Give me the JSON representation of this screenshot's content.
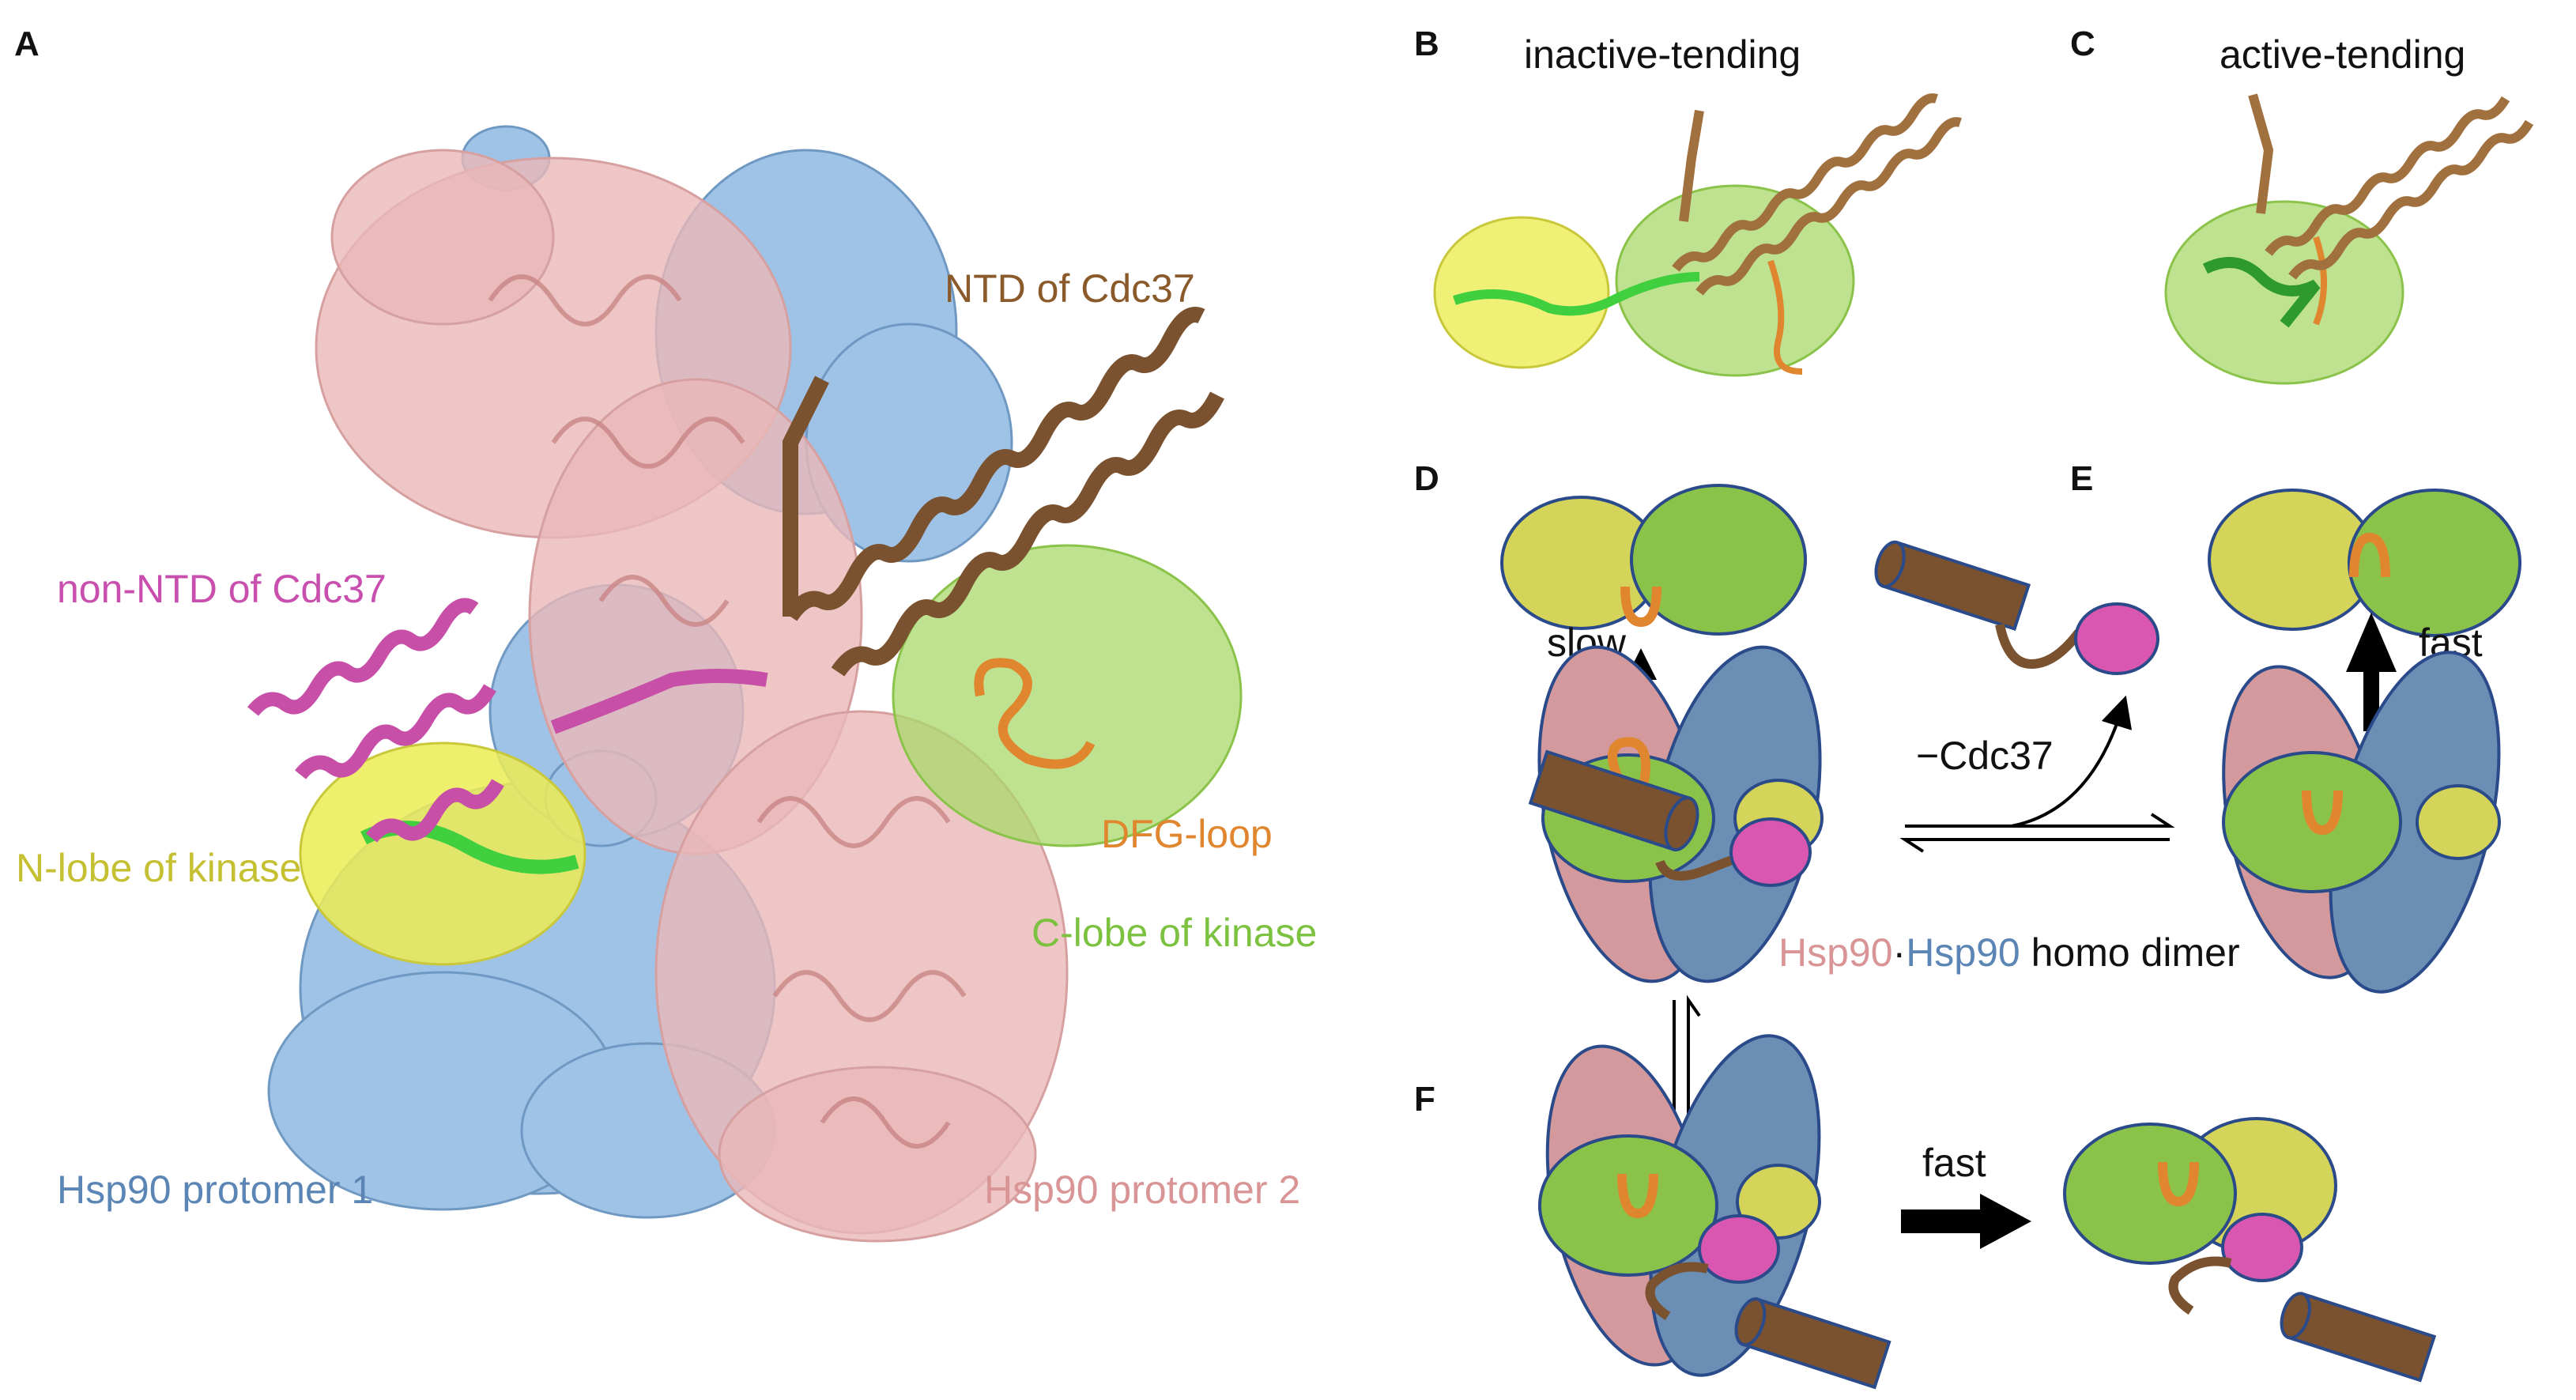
{
  "panels": {
    "A": "A",
    "B": "B",
    "C": "C",
    "D": "D",
    "E": "E",
    "F": "F"
  },
  "panelA": {
    "ntd_label": "NTD of Cdc37",
    "nonntd_label": "non-NTD of Cdc37",
    "nlobe_label": "N-lobe of kinase",
    "dfg_label": "DFG-loop",
    "clobe_label": "C-lobe of kinase",
    "protomer1_label": "Hsp90 protomer 1",
    "protomer2_label": "Hsp90 protomer 2"
  },
  "panelB": {
    "title": "inactive-tending"
  },
  "panelC": {
    "title": "active-tending"
  },
  "panelD": {
    "slow_label": "slow"
  },
  "panelE": {
    "fast_label": "fast"
  },
  "center": {
    "cdc37_label": "−Cdc37",
    "dimer_part1": "Hsp90",
    "dimer_dot": "·",
    "dimer_part2": "Hsp90",
    "dimer_rest": " homo dimer"
  },
  "panelF": {
    "fast_label": "fast"
  },
  "colors": {
    "hsp90_blue": "#6b8eb5",
    "hsp90_pink": "#d4999c",
    "surface_blue": "#9fc3e6",
    "surface_pink": "#eab8b8",
    "kinase_green": "#8bc34a",
    "kinase_yellow": "#d4d45a",
    "cdc37_brown": "#7a5230",
    "cdc37_pink": "#d957b0",
    "dfg_orange": "#e0862f",
    "label_brown": "#8b5a2b",
    "label_magenta": "#c94fae",
    "label_yellow": "#c5c032",
    "label_green": "#7dc141",
    "label_blue": "#5b85b5",
    "label_pink": "#d99596"
  }
}
